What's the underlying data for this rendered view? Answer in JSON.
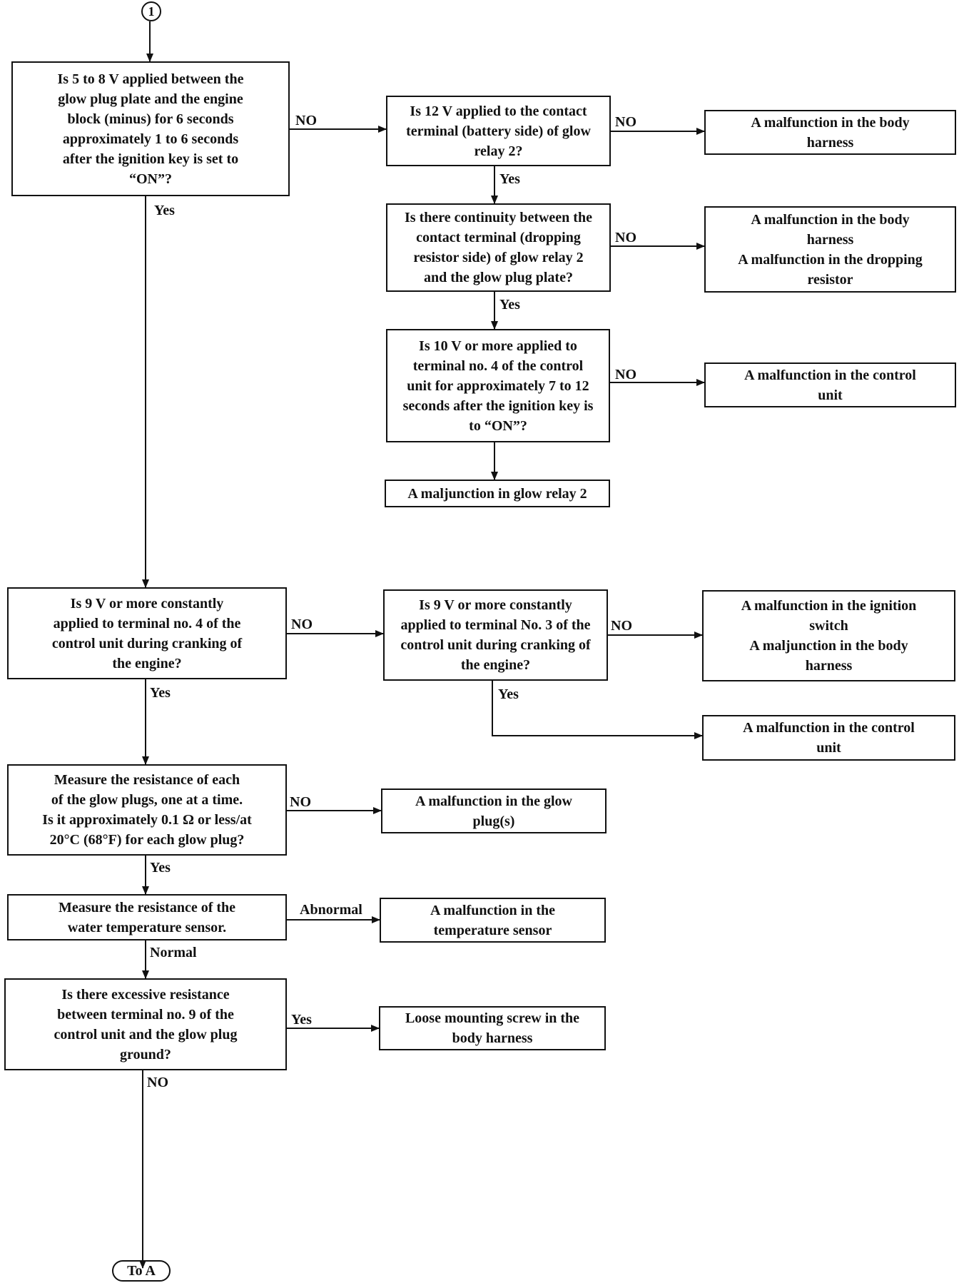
{
  "start_connector": "1",
  "end_connector": "To A",
  "questions": {
    "q_voltage_glow_plate": "Is 5 to 8 V applied between the\nglow plug plate and the engine\nblock (minus) for 6 seconds\napproximately 1 to 6 seconds\nafter the ignition key is set to\n“ON”?",
    "q_12v_relay2": "Is 12 V applied to the contact\nterminal (battery side) of glow\nrelay 2?",
    "q_continuity": "Is there continuity between the\ncontact terminal (dropping\nresistor side) of glow relay 2\nand the glow plug plate?",
    "q_10v_terminal4": "Is 10 V or more applied to\nterminal no. 4 of the control\nunit for approximately 7 to 12\nseconds after the ignition key is\nto “ON”?",
    "q_9v_terminal4": "Is 9 V or more constantly\napplied to terminal no. 4 of the\ncontrol unit during cranking of\nthe engine?",
    "q_9v_terminal3": "Is 9 V or more constantly\napplied to terminal No. 3 of the\ncontrol unit during cranking of\nthe engine?",
    "q_glow_resistance": "Measure the resistance of each\nof the glow plugs, one at a time.\nIs it approximately 0.1 Ω or less/at\n20°C (68°F) for each glow plug?",
    "q_water_sensor": "Measure the resistance of the\nwater temperature sensor.",
    "q_terminal9": "Is there excessive resistance\nbetween terminal no. 9 of the\ncontrol unit and the glow plug\nground?"
  },
  "results": {
    "r_body_harness_1": "A malfunction in the body\nharness",
    "r_body_harness_resistor": "A malfunction in the body\nharness\nA malfunction in the dropping\nresistor",
    "r_control_unit_1": "A malfunction in the control\nunit",
    "r_glow_relay2": "A maljunction in glow relay 2",
    "r_ignition_harness": "A malfunction in the ignition\nswitch\nA maljunction in the body\nharness",
    "r_control_unit_2": "A malfunction in the control\nunit",
    "r_glow_plugs": "A malfunction in the glow\nplug(s)",
    "r_temp_sensor": "A malfunction in the\ntemperature sensor",
    "r_loose_screw": "Loose mounting screw in the\nbody harness"
  },
  "labels": {
    "no": "NO",
    "yes": "Yes",
    "abnormal": "Abnormal",
    "normal": "Normal"
  },
  "colors": {
    "line": "#111111",
    "background": "#ffffff"
  }
}
